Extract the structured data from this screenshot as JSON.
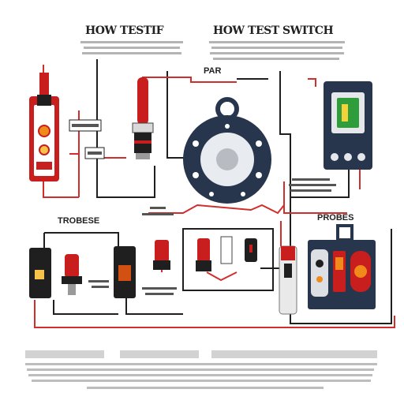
{
  "headings": {
    "left_title": "HOW TESTIF",
    "right_title": "HOW TEST SWITCH",
    "top_mid_label": "PAR",
    "left_mid_label": "TROBESE",
    "right_mid_label": "PROBES"
  },
  "colors": {
    "wire_red": "#d22d2d",
    "wire_black": "#1f1f1f",
    "device_navy": "#27354d",
    "accent_red": "#c81e1e",
    "indicator_green": "#2f9e3a",
    "indicator_orange": "#f08a1a"
  },
  "icons": {
    "meter": "multimeter-icon",
    "gear": "starter-gear-icon",
    "switch": "rocker-switch-icon"
  }
}
